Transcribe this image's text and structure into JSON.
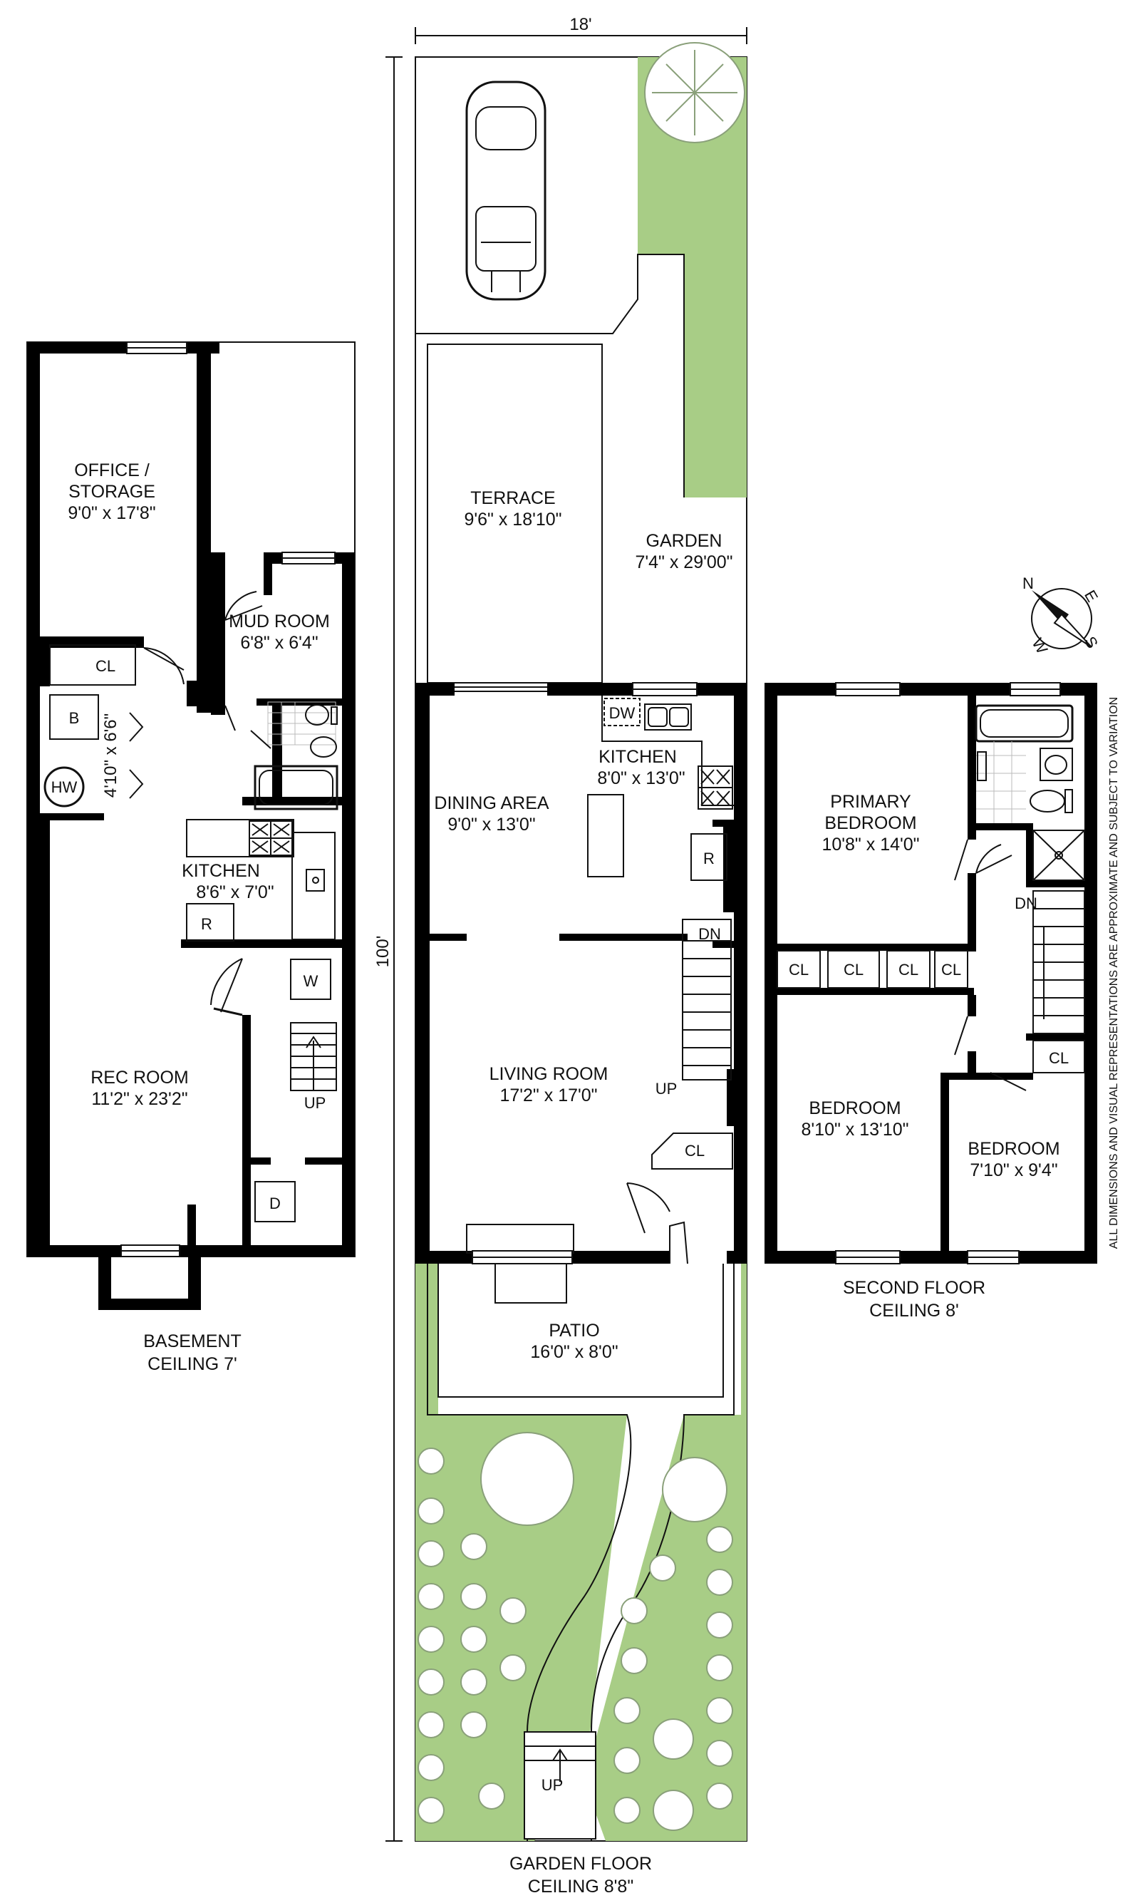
{
  "plan": {
    "dimension_width": "18'",
    "dimension_depth": "100'",
    "disclaimer": "ALL DIMENSIONS AND VISUAL REPRESENTATIONS ARE APPROXIMATE AND SUBJECT TO VARIATION"
  },
  "basement": {
    "name": "BASEMENT",
    "ceiling": "CEILING 7'",
    "office": {
      "name1": "OFFICE /",
      "name2": "STORAGE",
      "dims": "9'0\" x 17'8\""
    },
    "mudroom": {
      "name": "MUD ROOM",
      "dims": "6'8\" x 6'4\""
    },
    "kitchen": {
      "name": "KITCHEN",
      "dims": "8'6\" x 7'0\""
    },
    "recroom": {
      "name": "REC ROOM",
      "dims": "11'2\" x 23'2\""
    },
    "closet_dims": "4'10\" x 6'6\"",
    "cl": "CL",
    "boiler": "B",
    "hot_water": "HW",
    "fridge": "R",
    "washer": "W",
    "dryer": "D",
    "stairs": "UP"
  },
  "garden_floor": {
    "name": "GARDEN FLOOR",
    "ceiling": "CEILING 8'8\"",
    "terrace": {
      "name": "TERRACE",
      "dims": "9'6\" x 18'10\""
    },
    "garden": {
      "name": "GARDEN",
      "dims": "7'4\" x 29'00\""
    },
    "kitchen": {
      "name": "KITCHEN",
      "dims": "8'0\" x 13'0\""
    },
    "dining": {
      "name": "DINING AREA",
      "dims": "9'0\" x 13'0\""
    },
    "living": {
      "name": "LIVING ROOM",
      "dims": "17'2\" x 17'0\""
    },
    "patio": {
      "name": "PATIO",
      "dims": "16'0\" x 8'0\""
    },
    "dishwasher": "DW",
    "fridge": "R",
    "cl": "CL",
    "stairs_down": "DN",
    "stairs_up": "UP",
    "yard_stairs": "UP"
  },
  "second_floor": {
    "name": "SECOND FLOOR",
    "ceiling": "CEILING 8'",
    "primary": {
      "name1": "PRIMARY",
      "name2": "BEDROOM",
      "dims": "10'8\" x 14'0\""
    },
    "bedroom1": {
      "name": "BEDROOM",
      "dims": "8'10\" x 13'10\""
    },
    "bedroom2": {
      "name": "BEDROOM",
      "dims": "7'10\" x 9'4\""
    },
    "cl": "CL",
    "stairs_down": "DN"
  },
  "compass": {
    "n": "N",
    "e": "E",
    "s": "S",
    "w": "W"
  },
  "colors": {
    "wall": "#000000",
    "lawn": "#a8cd86",
    "tree_outline": "#8aa07a"
  }
}
